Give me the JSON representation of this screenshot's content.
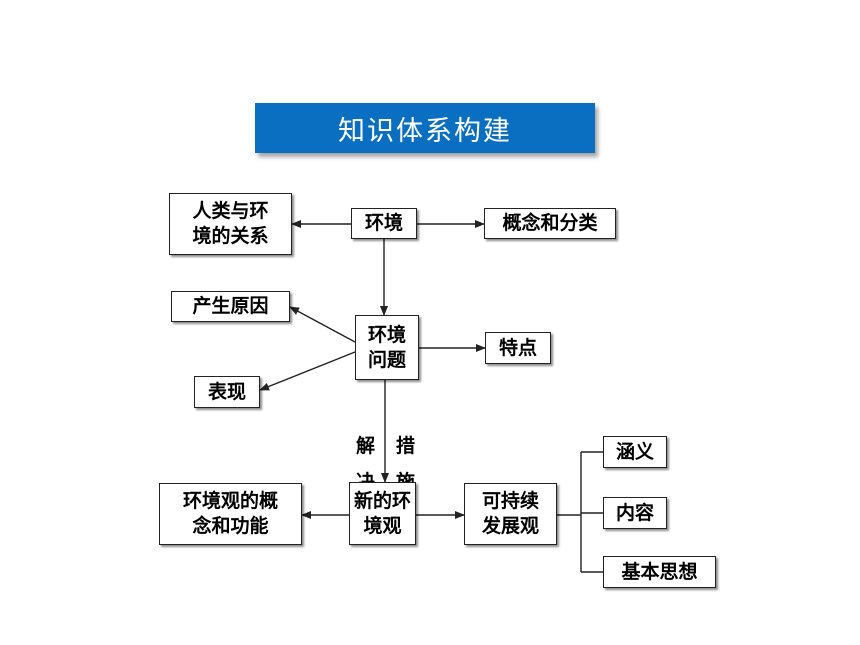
{
  "title": "知识体系构建",
  "nodes": {
    "environment": "环境",
    "human_relation": "人类与环\n境的关系",
    "concept_class": "概念和分类",
    "problem": "环境\n问题",
    "cause": "产生原因",
    "manifestation": "表现",
    "feature": "特点",
    "new_view": "新的环\n境观",
    "view_concept": "环境观的概\n念和功能",
    "sustainable": "可持续\n发展观",
    "meaning": "涵义",
    "content": "内容",
    "basic_idea": "基本思想"
  },
  "edge_labels": {
    "left": "解\n决",
    "right": "措\n施"
  },
  "colors": {
    "banner_bg": "#0a6fc0",
    "banner_text": "#ffffff",
    "line": "#222222"
  }
}
